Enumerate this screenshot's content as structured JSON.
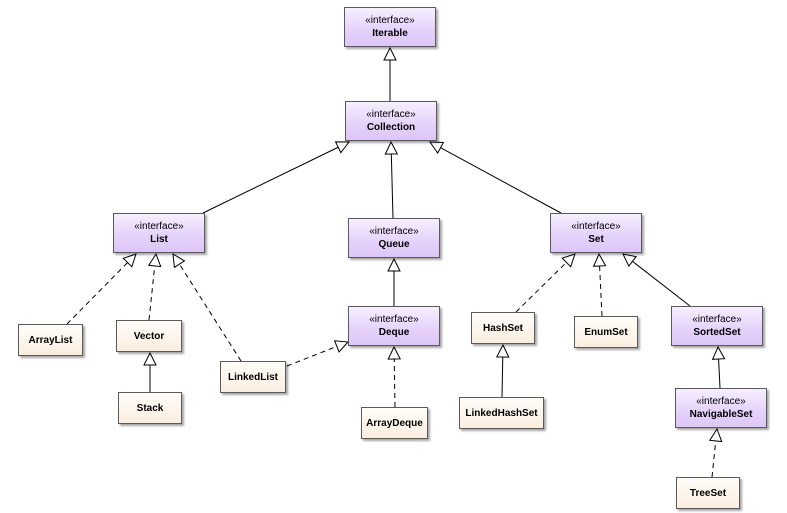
{
  "nodes": {
    "iterable": {
      "stereotype": "«interface»",
      "name": "Iterable"
    },
    "collection": {
      "stereotype": "«interface»",
      "name": "Collection"
    },
    "list": {
      "stereotype": "«interface»",
      "name": "List"
    },
    "queue": {
      "stereotype": "«interface»",
      "name": "Queue"
    },
    "set": {
      "stereotype": "«interface»",
      "name": "Set"
    },
    "deque": {
      "stereotype": "«interface»",
      "name": "Deque"
    },
    "sortedset": {
      "stereotype": "«interface»",
      "name": "SortedSet"
    },
    "navigableset": {
      "stereotype": "«interface»",
      "name": "NavigableSet"
    },
    "arraylist": {
      "name": "ArrayList"
    },
    "vector": {
      "name": "Vector"
    },
    "stack": {
      "name": "Stack"
    },
    "linkedlist": {
      "name": "LinkedList"
    },
    "arraydeque": {
      "name": "ArrayDeque"
    },
    "hashset": {
      "name": "HashSet"
    },
    "linkedhashset": {
      "name": "LinkedHashSet"
    },
    "enumset": {
      "name": "EnumSet"
    },
    "treeset": {
      "name": "TreeSet"
    }
  },
  "edges": [
    {
      "from": "collection",
      "to": "iterable",
      "kind": "generalization"
    },
    {
      "from": "list",
      "to": "collection",
      "kind": "generalization"
    },
    {
      "from": "queue",
      "to": "collection",
      "kind": "generalization"
    },
    {
      "from": "set",
      "to": "collection",
      "kind": "generalization"
    },
    {
      "from": "arraylist",
      "to": "list",
      "kind": "realization"
    },
    {
      "from": "vector",
      "to": "list",
      "kind": "realization"
    },
    {
      "from": "linkedlist",
      "to": "list",
      "kind": "realization"
    },
    {
      "from": "stack",
      "to": "vector",
      "kind": "generalization"
    },
    {
      "from": "deque",
      "to": "queue",
      "kind": "generalization"
    },
    {
      "from": "linkedlist",
      "to": "deque",
      "kind": "realization"
    },
    {
      "from": "arraydeque",
      "to": "deque",
      "kind": "realization"
    },
    {
      "from": "hashset",
      "to": "set",
      "kind": "realization"
    },
    {
      "from": "enumset",
      "to": "set",
      "kind": "realization"
    },
    {
      "from": "sortedset",
      "to": "set",
      "kind": "generalization"
    },
    {
      "from": "linkedhashset",
      "to": "hashset",
      "kind": "generalization"
    },
    {
      "from": "navigableset",
      "to": "sortedset",
      "kind": "generalization"
    },
    {
      "from": "treeset",
      "to": "navigableset",
      "kind": "realization"
    }
  ]
}
